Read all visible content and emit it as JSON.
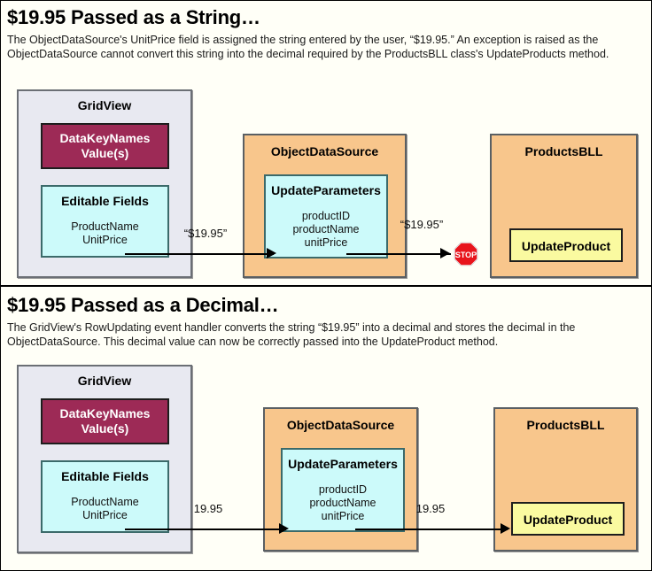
{
  "palette": {
    "page_background": "#fffff7",
    "gridview_fill": "#e8e9f1",
    "orange_fill": "#f8c68c",
    "magenta_fill": "#9d2a56",
    "cyan_fill": "#ccfafa",
    "yellow_fill": "#fafaa0",
    "stop_red": "#e8141c",
    "border_dark": "#555a5e",
    "text": "#111111"
  },
  "sections": [
    {
      "id": "string",
      "title": "$19.95 Passed as a String…",
      "description": "The ObjectDataSource's UnitPrice field is assigned the string entered by the user, “$19.95.” An exception is raised as the ObjectDataSource cannot convert this string into the decimal required by the ProductsBLL class's UpdateProducts method.",
      "gridview": {
        "title": "GridView",
        "datakey_box": {
          "line1": "DataKeyNames",
          "line2": "Value(s)"
        },
        "editable_box": {
          "title": "Editable Fields",
          "field1": "ProductName",
          "field2": "UnitPrice"
        }
      },
      "objectdatasource": {
        "title": "ObjectDataSource",
        "update_parameters": {
          "title": "UpdateParameters",
          "param1": "productID",
          "param2": "productName",
          "param3": "unitPrice"
        }
      },
      "productsbll": {
        "title": "ProductsBLL",
        "method": "UpdateProduct"
      },
      "arrow1_label": "“$19.95”",
      "arrow2_label": "“$19.95”",
      "stop_sign": {
        "present": true,
        "label": "STOP"
      }
    },
    {
      "id": "decimal",
      "title": "$19.95 Passed as a Decimal…",
      "description": "The GridView's RowUpdating event handler converts the string “$19.95” into a decimal and stores the decimal in the ObjectDataSource. This decimal value can now be correctly passed into the UpdateProduct method.",
      "gridview": {
        "title": "GridView",
        "datakey_box": {
          "line1": "DataKeyNames",
          "line2": "Value(s)"
        },
        "editable_box": {
          "title": "Editable Fields",
          "field1": "ProductName",
          "field2": "UnitPrice"
        }
      },
      "objectdatasource": {
        "title": "ObjectDataSource",
        "update_parameters": {
          "title": "UpdateParameters",
          "param1": "productID",
          "param2": "productName",
          "param3": "unitPrice"
        }
      },
      "productsbll": {
        "title": "ProductsBLL",
        "method": "UpdateProduct"
      },
      "arrow1_label": "19.95",
      "arrow2_label": "19.95",
      "stop_sign": {
        "present": false,
        "label": ""
      }
    }
  ]
}
